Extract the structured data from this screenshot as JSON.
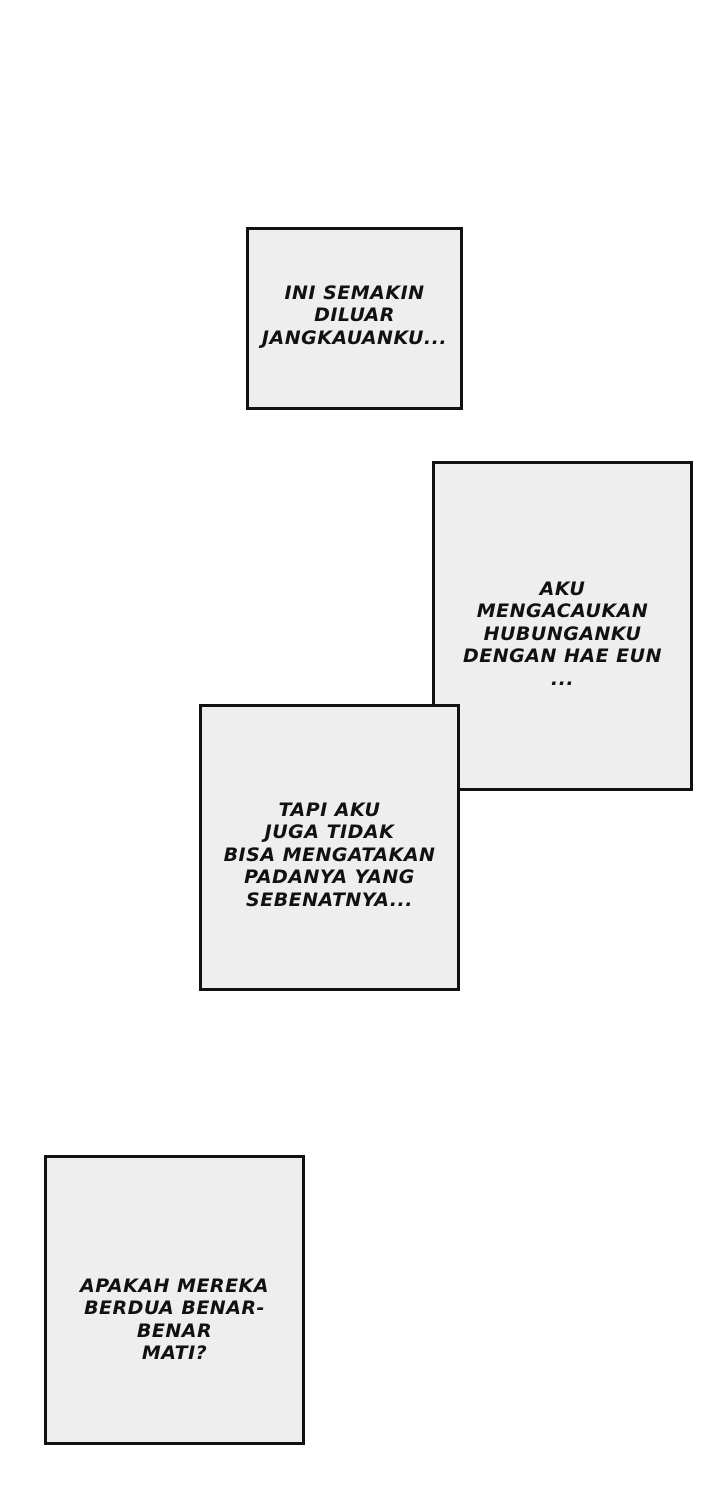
{
  "page": {
    "background_color": "#ffffff",
    "panel_fill_color": "#eeeeee",
    "panel_border_color": "#111111",
    "text_color": "#111111"
  },
  "panels": [
    {
      "id": "panel-1",
      "shape": "rectangle",
      "caption": "INI SEMAKIN\nDILUAR\nJANGKAUANKU..."
    },
    {
      "id": "panel-2",
      "shape": "rectangle",
      "caption": "AKU\nMENGACAUKAN\nHUBUNGANKU\nDENGAN HAE EUN\n..."
    },
    {
      "id": "panel-3",
      "shape": "rectangle",
      "caption": "TAPI AKU\nJUGA TIDAK\nBISA MENGATAKAN\nPADANYA YANG\nSEBENATNYA..."
    },
    {
      "id": "panel-4",
      "shape": "rectangle",
      "caption": "APAKAH MEREKA\nBERDUA BENAR-BENAR\nMATI?"
    }
  ]
}
